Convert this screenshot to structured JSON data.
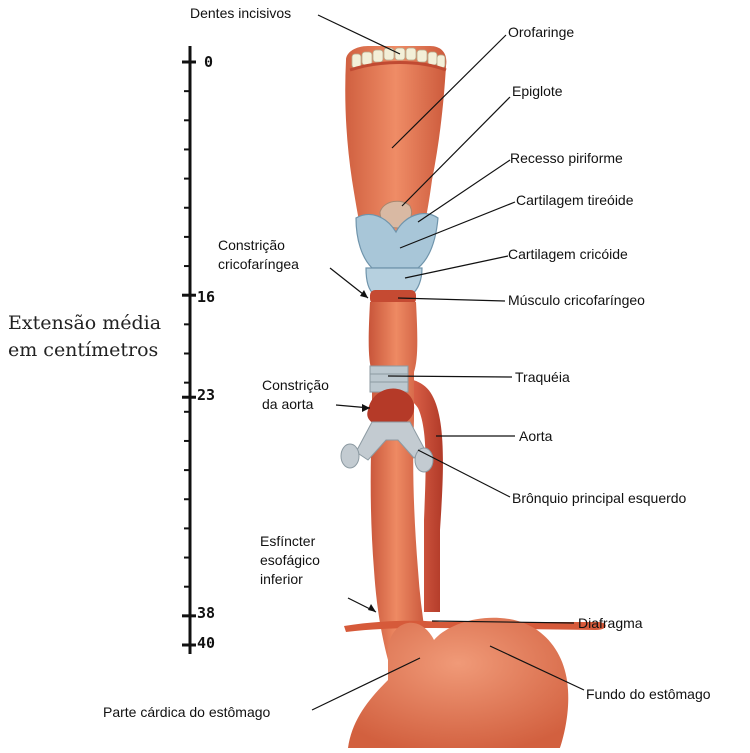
{
  "scale": {
    "title_line1": "Extensão média",
    "title_line2": "em centímetros",
    "ticks": [
      {
        "value": 0,
        "label": "0"
      },
      {
        "value": 16,
        "label": "16"
      },
      {
        "value": 23,
        "label": "23"
      },
      {
        "value": 38,
        "label": "38"
      },
      {
        "value": 40,
        "label": "40"
      }
    ],
    "max_cm": 40
  },
  "labels": {
    "dentes_incisivos": "Dentes incisivos",
    "orofaringe": "Orofaringe",
    "epiglote": "Epiglote",
    "recesso_piriforme": "Recesso piriforme",
    "cartilagem_tireoide": "Cartilagem tireóide",
    "cartilagem_cricoide": "Cartilagem cricóide",
    "constricao_cricofaringea_1": "Constrição",
    "constricao_cricofaringea_2": "cricofaríngea",
    "musculo_cricofaringeo": "Músculo cricofaríngeo",
    "traqueia": "Traquéia",
    "constricao_aorta_1": "Constrição",
    "constricao_aorta_2": "da aorta",
    "aorta": "Aorta",
    "bronquio": "Brônquio principal esquerdo",
    "esfincter_1": "Esfíncter",
    "esfincter_2": "esofágico",
    "esfincter_3": "inferior",
    "diafragma": "Diafragma",
    "parte_cardica": "Parte cárdica do estômago",
    "fundo": "Fundo do estômago"
  },
  "colors": {
    "tissue": "#e0714a",
    "tissue_dark": "#b9472b",
    "tissue_light": "#ef9270",
    "cartilage": "#a8c6d8",
    "teeth": "#f3efd8",
    "aorta": "#c9402e",
    "leader": "#111111"
  }
}
